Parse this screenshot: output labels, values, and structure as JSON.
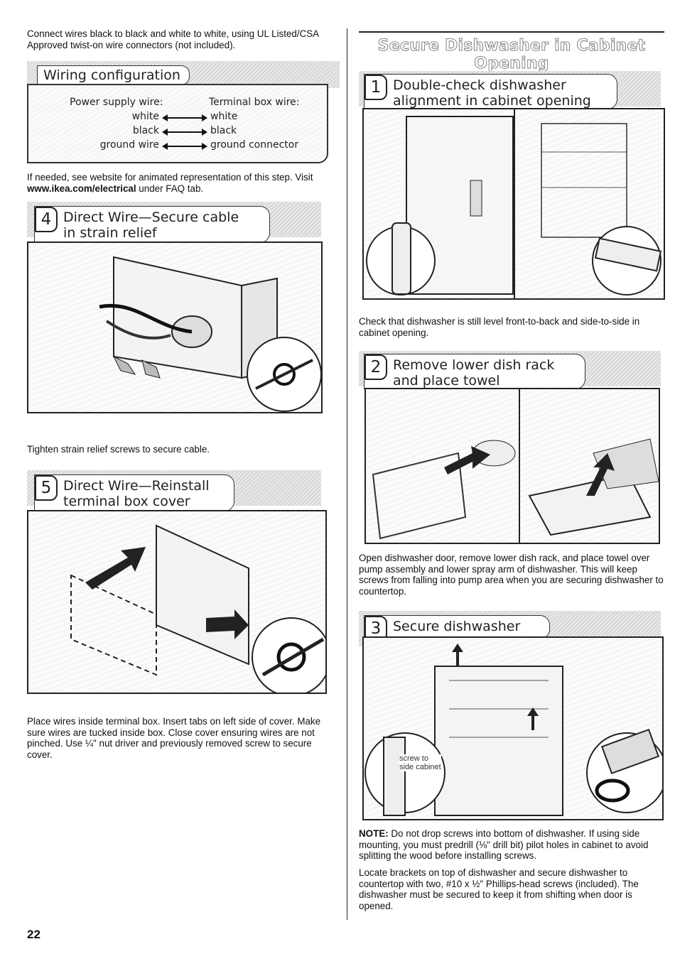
{
  "left": {
    "intro": "Connect wires black to black and white to white, using UL Listed/CSA Approved twist-on wire connectors (not included).",
    "wiring": {
      "title": "Wiring configuration",
      "col1_header": "Power supply wire:",
      "col2_header": "Terminal box wire:",
      "rows": [
        {
          "left": "white",
          "right": "white"
        },
        {
          "left": "black",
          "right": "black"
        },
        {
          "left": "ground wire",
          "right": "ground connector"
        }
      ]
    },
    "website_note_prefix": "If needed, see website for animated representation of this step. Visit ",
    "website_url": "www.ikea.com/electrical",
    "website_note_suffix": " under FAQ tab.",
    "step4": {
      "num": "4",
      "title_line1": "Direct Wire—Secure cable",
      "title_line2": "in strain relief",
      "caption": "Tighten strain relief screws to secure cable."
    },
    "step5": {
      "num": "5",
      "title_line1": "Direct Wire—Reinstall",
      "title_line2": "terminal box cover",
      "caption": "Place wires inside terminal box. Insert tabs on left side of cover. Make sure wires are tucked inside box. Close cover ensuring wires are not pinched. Use ¼\" nut driver and previously removed screw to secure cover."
    }
  },
  "right": {
    "section_heading": "Secure Dishwasher in Cabinet Opening",
    "step1": {
      "num": "1",
      "title_line1": "Double-check dishwasher",
      "title_line2": "alignment in cabinet opening",
      "caption": "Check that dishwasher is still level front-to-back and side-to-side in cabinet opening."
    },
    "step2": {
      "num": "2",
      "title_line1": "Remove lower dish rack",
      "title_line2": "and place towel",
      "caption": "Open dishwasher door, remove lower dish rack, and place towel over pump assembly and lower spray arm of dishwasher. This will keep screws from falling into pump area when you are securing dishwasher to countertop."
    },
    "step3": {
      "num": "3",
      "title": "Secure dishwasher",
      "callout_line1": "screw to",
      "callout_line2": "side cabinet",
      "note_label": "NOTE:",
      "note_text": " Do not drop screws into bottom of dishwasher. If using side mounting, you must predrill (⅛\" drill bit) pilot holes in cabinet to avoid splitting the wood before installing screws.",
      "caption": "Locate brackets on top of dishwasher and secure dishwasher to countertop with two, #10 x ½\" Phillips-head screws (included). The dishwasher must be secured to keep it from shifting when door is opened."
    }
  },
  "page_number": "22"
}
